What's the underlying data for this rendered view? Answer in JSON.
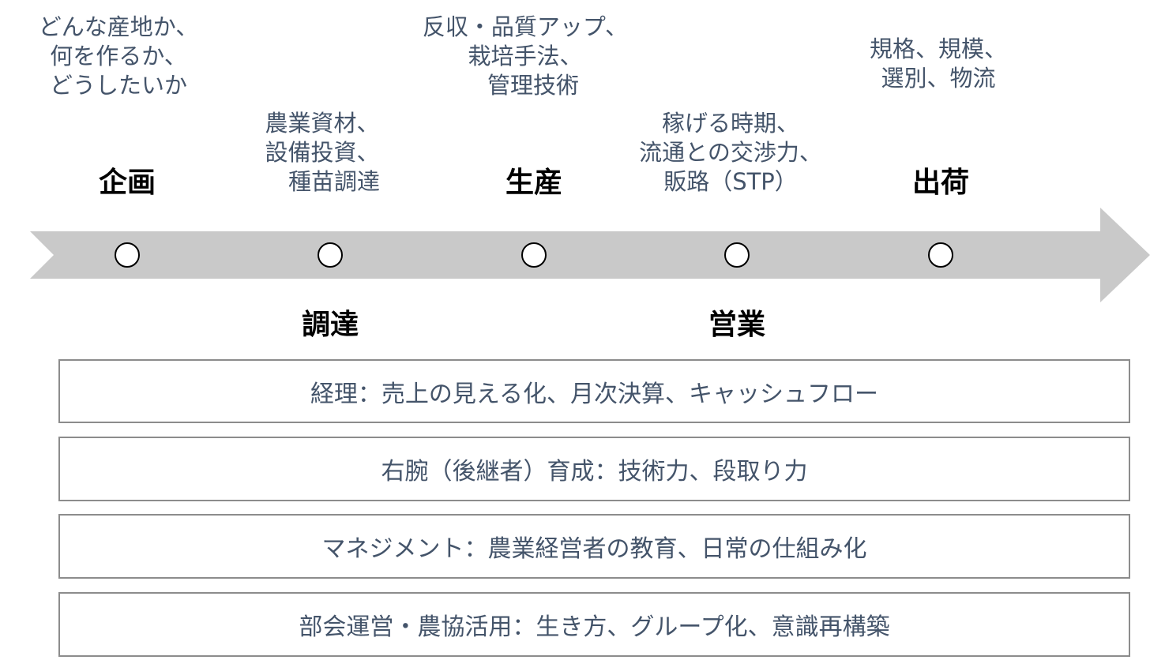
{
  "colors": {
    "arrow": "#c9c9c9",
    "text": "#44546a",
    "box_border": "#8c8c8c"
  },
  "stages": [
    {
      "label": "企画",
      "note": [
        "どんな産地か、",
        "何を作るか、",
        "どうしたいか"
      ]
    },
    {
      "label": "調達",
      "note": [
        "農業資材、",
        "設備投資、",
        "種苗調達"
      ]
    },
    {
      "label": "生産",
      "note": [
        "反収・品質アップ、",
        "栽培手法、",
        "管理技術"
      ]
    },
    {
      "label": "営業",
      "note": [
        "稼げる時期、",
        "流通との交渉力、",
        "販路（STP）"
      ]
    },
    {
      "label": "出荷",
      "note": [
        "規格、規模、",
        "選別、物流"
      ]
    }
  ],
  "boxes": [
    "経理：売上の見える化、月次決算、キャッシュフロー",
    "右腕（後継者）育成：技術力、段取り力",
    "マネジメント：農業経営者の教育、日常の仕組み化",
    "部会運営・農協活用：生き方、グループ化、意識再構築"
  ]
}
